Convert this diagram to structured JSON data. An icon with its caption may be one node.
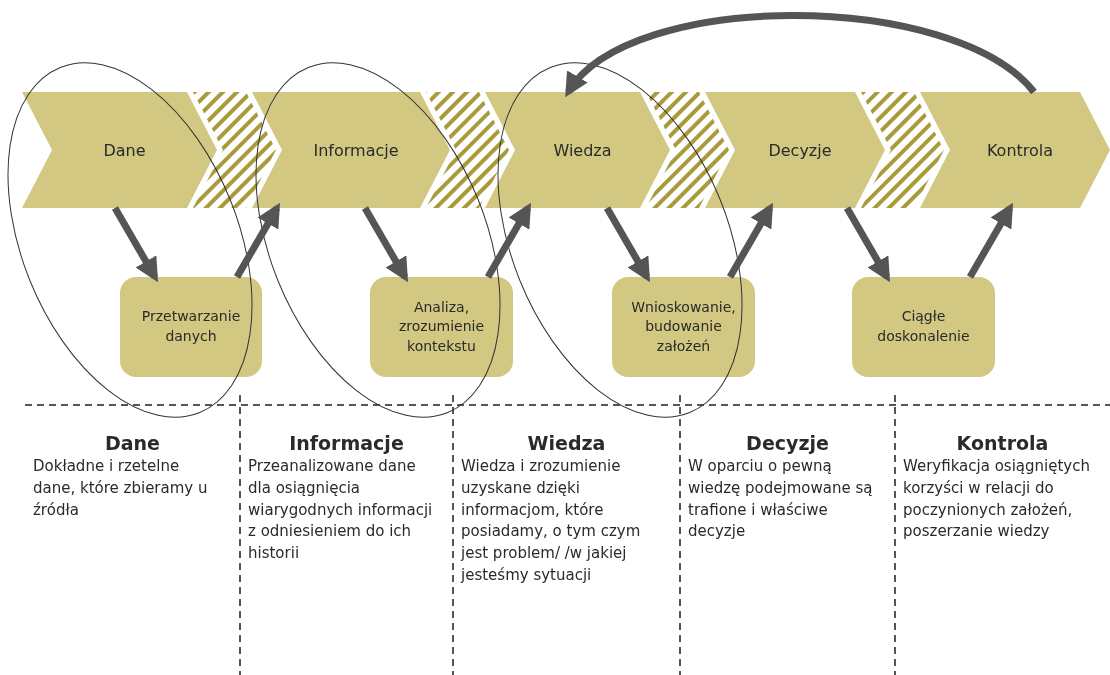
{
  "diagram": {
    "nodes": [
      {
        "text": [
          "Dane"
        ]
      },
      {
        "text": [
          "Informacje"
        ]
      },
      {
        "text": [
          "Wiedza"
        ]
      },
      {
        "text": [
          "Decyzje"
        ]
      },
      {
        "text": [
          "Kontrola"
        ]
      },
      {
        "text": [
          "Przetwarzanie danych"
        ]
      },
      {
        "text": [
          "Analiza, zrozumienie kontekstu"
        ]
      },
      {
        "text": [
          "Wnioskowanie, budowanie założeń"
        ]
      },
      {
        "text": [
          "Ciągłe doskonalenie"
        ]
      }
    ],
    "edges": [
      {
        "from": 0,
        "to": 5,
        "arrow": "to"
      },
      {
        "from": 5,
        "to": 1,
        "arrow": "to"
      },
      {
        "from": 1,
        "to": 6,
        "arrow": "to"
      },
      {
        "from": 6,
        "to": 2,
        "arrow": "to"
      },
      {
        "from": 2,
        "to": 7,
        "arrow": "to"
      },
      {
        "from": 7,
        "to": 3,
        "arrow": "to"
      },
      {
        "from": 3,
        "to": 8,
        "arrow": "to"
      },
      {
        "from": 8,
        "to": 4,
        "arrow": "to"
      },
      {
        "from": 4,
        "to": 2,
        "arrow": "to"
      }
    ],
    "labels": [
      "Dane",
      "Dokładne i rzetelne dane, które zbieramy u źródła",
      "Informacje",
      "Przeanalizowane dane dla osiągnięcia wiarygodnych informacji z odniesieniem do ich historii",
      "Wiedza",
      "Wiedza i zrozumienie uzyskane dzięki informacjom, które posiadamy, o tym czym jest problem/ /w jakiej jesteśmy sytuacji",
      "Decyzje",
      "W oparciu o pewną wiedzę podejmowane są trafione i właściwe decyzje",
      "Kontrola",
      "Weryfikacja osiągniętych korzyści w relacji do poczynionych założeń, poszerzanie wiedzy"
    ]
  }
}
